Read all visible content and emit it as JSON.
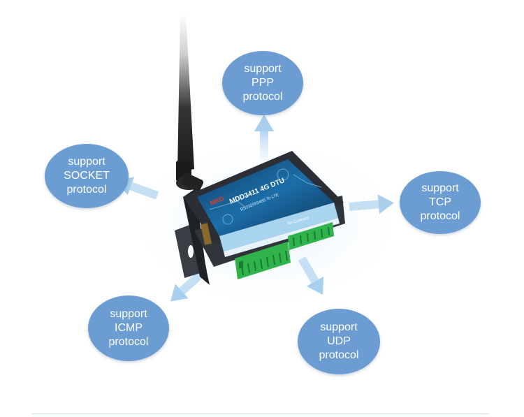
{
  "device": {
    "brand": "MKD",
    "model": "MDD3411 4G DTU",
    "subtitle": "RS232/RS485 To LTE",
    "status": "No Connect"
  },
  "bubbles": {
    "ppp": {
      "line1": "support",
      "line2": "PPP",
      "line3": "protocol"
    },
    "socket": {
      "line1": "support",
      "line2": "SOCKET",
      "line3": "protocol"
    },
    "tcp": {
      "line1": "support",
      "line2": "TCP",
      "line3": "protocol"
    },
    "icmp": {
      "line1": "support",
      "line2": "ICMP",
      "line3": "protocol"
    },
    "udp": {
      "line1": "support",
      "line2": "UDP",
      "line3": "protocol"
    }
  },
  "colors": {
    "bubble": "#6b9dd2",
    "arrow": "#a9cfee",
    "device_body": "#2b2f35",
    "label_panel": "#1c6ea8",
    "terminal": "#2fb34a"
  }
}
